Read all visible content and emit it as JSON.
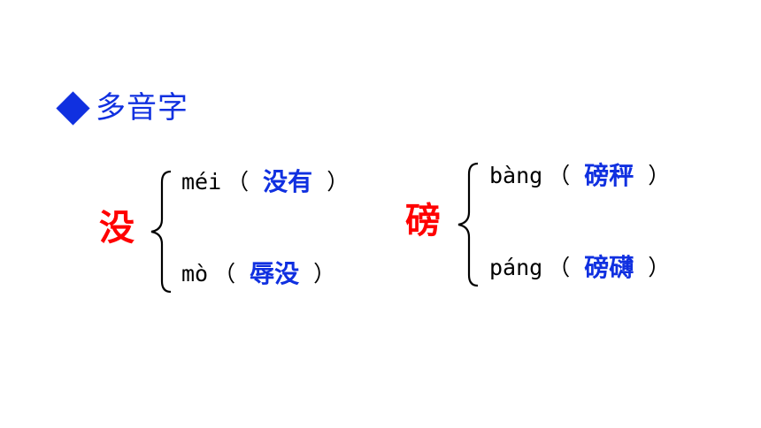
{
  "heading": {
    "icon": "diamond-bullet-icon",
    "text": "多音字",
    "color": "#1030e0"
  },
  "groups": [
    {
      "character": "没",
      "readings": [
        {
          "pinyin": "méi",
          "open": "（",
          "word": "没有",
          "close": "）"
        },
        {
          "pinyin": "mò",
          "open": "（",
          "word": "辱没",
          "close": "）"
        }
      ]
    },
    {
      "character": "磅",
      "readings": [
        {
          "pinyin": "bàng",
          "open": "（",
          "word": "磅秤",
          "close": "）"
        },
        {
          "pinyin": "páng",
          "open": "（",
          "word": "磅礴",
          "close": "）"
        }
      ]
    }
  ],
  "colors": {
    "character": "#ff0000",
    "word": "#1030e0",
    "text": "#000000"
  }
}
